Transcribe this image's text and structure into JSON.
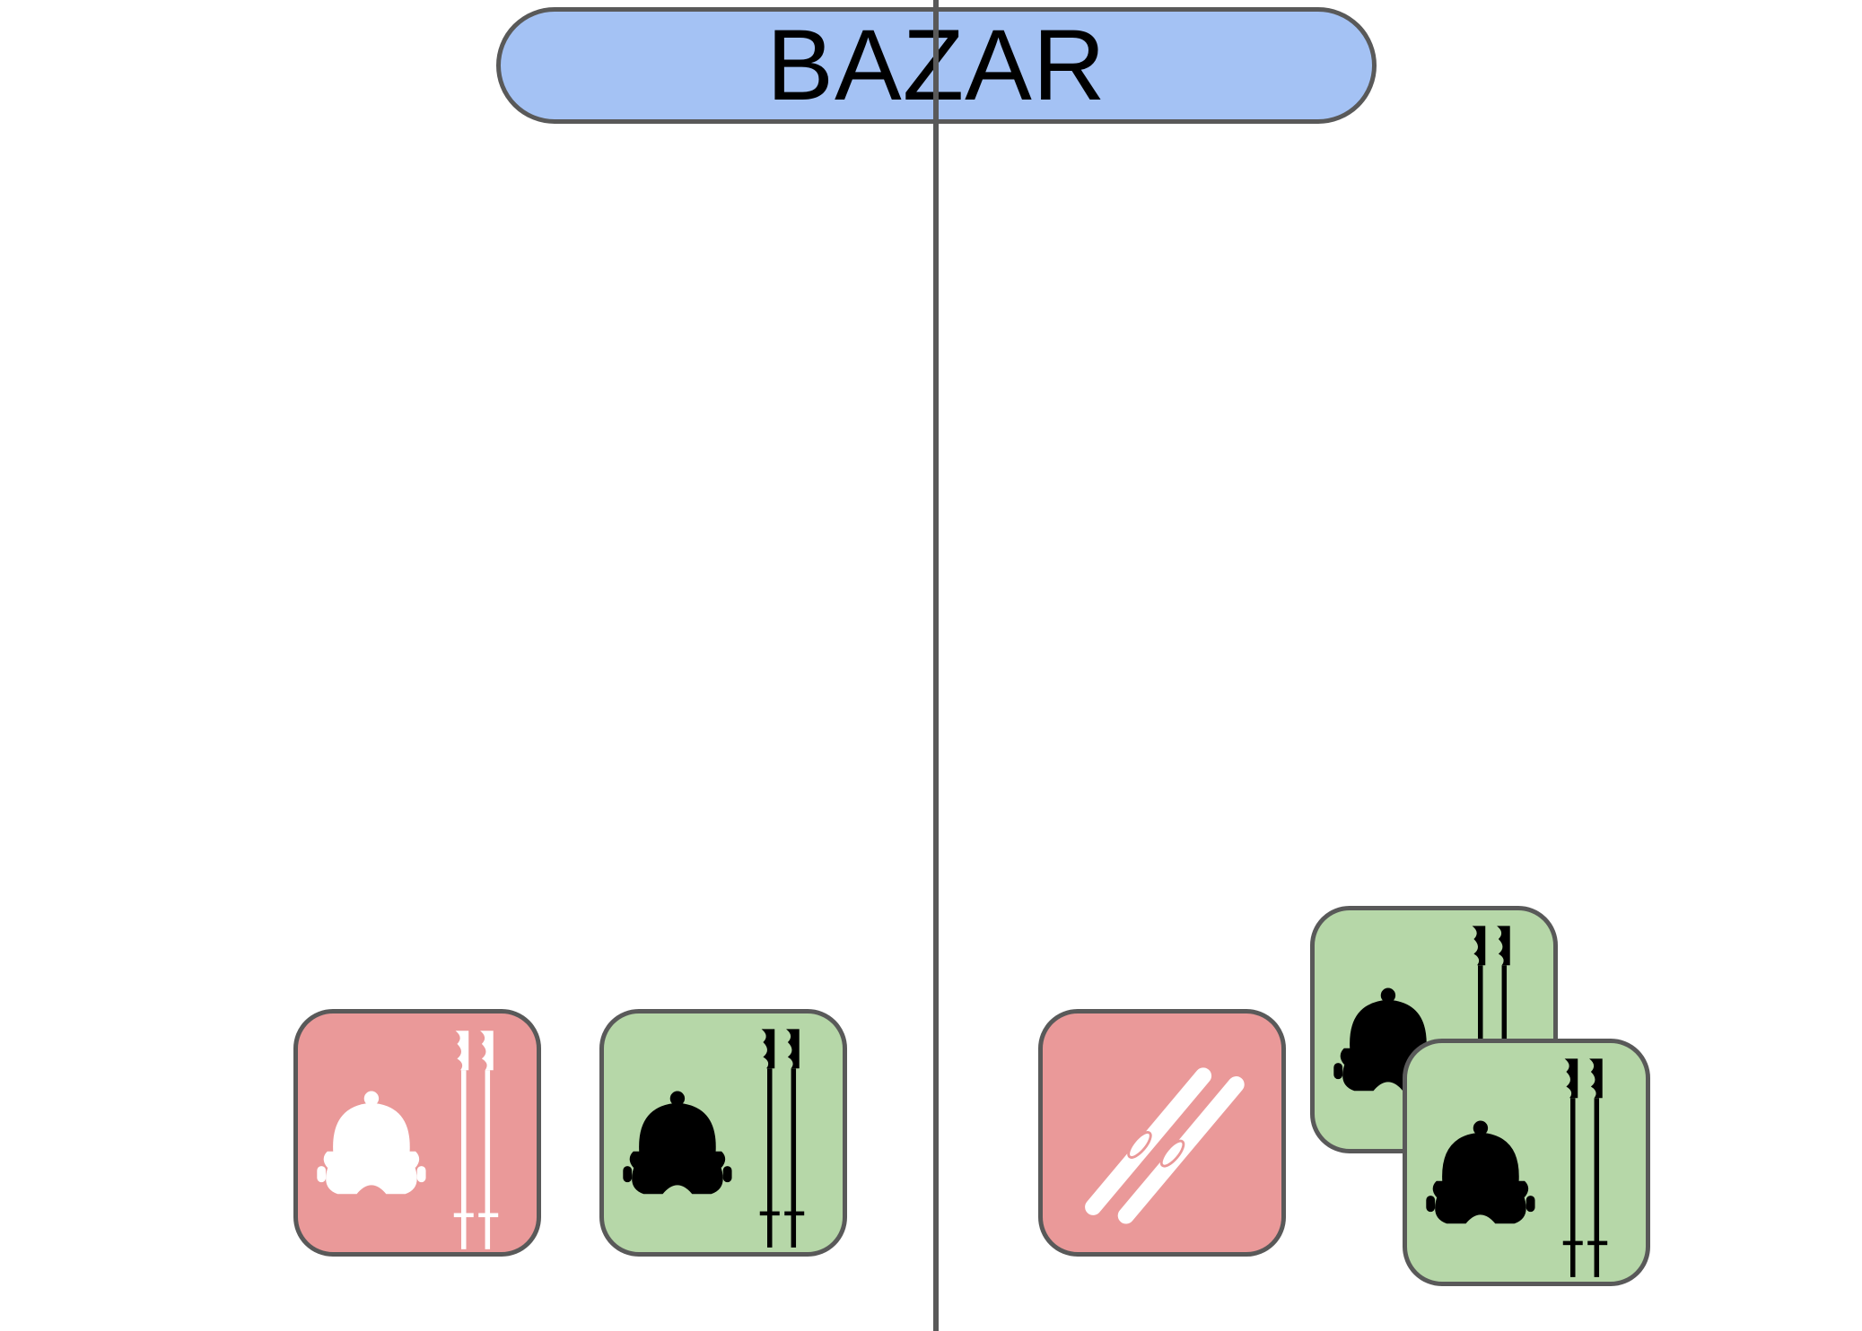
{
  "title": {
    "text": "BAZAR",
    "color": "#a4c2f4"
  },
  "colors": {
    "red_card": "#ea9999",
    "green_card": "#b6d7a8",
    "border": "#595959",
    "divider": "#595959"
  },
  "left_side": {
    "cards": [
      {
        "kind": "goggles-hat-and-poles",
        "background": "red",
        "icon_color": "white"
      },
      {
        "kind": "goggles-hat-and-poles",
        "background": "green",
        "icon_color": "black"
      }
    ]
  },
  "right_side": {
    "cards": [
      {
        "kind": "skis",
        "background": "red",
        "icon_color": "white"
      },
      {
        "kind": "goggles-hat-and-poles",
        "background": "green",
        "icon_color": "black"
      },
      {
        "kind": "goggles-hat-and-poles",
        "background": "green",
        "icon_color": "black"
      }
    ]
  }
}
